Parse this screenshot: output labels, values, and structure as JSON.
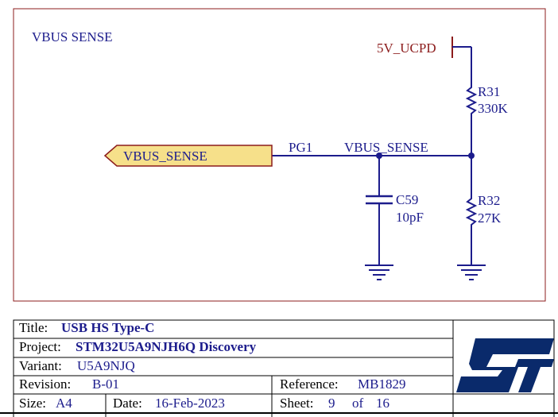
{
  "sheet_title": "VBUS SENSE",
  "power_port": "5V_UCPD",
  "port_label": "VBUS_SENSE",
  "net_labels": {
    "pin": "PG1",
    "net": "VBUS_SENSE"
  },
  "components": {
    "r31": {
      "ref": "R31",
      "value": "330K"
    },
    "r32": {
      "ref": "R32",
      "value": "27K"
    },
    "c59": {
      "ref": "C59",
      "value": "10pF"
    }
  },
  "title_block": {
    "title_key": "Title:",
    "title": "USB HS Type-C",
    "project_key": "Project:",
    "project": "STM32U5A9NJH6Q Discovery",
    "variant_key": "Variant:",
    "variant": "U5A9NJQ",
    "revision_key": "Revision:",
    "revision": "B-01",
    "reference_key": "Reference:",
    "reference": "MB1829",
    "size_key": "Size:",
    "size": "A4",
    "date_key": "Date:",
    "date": "16-Feb-2023",
    "sheet_key": "Sheet:",
    "sheet_no": "9",
    "of_key": "of",
    "sheet_total": "16"
  },
  "colors": {
    "border": "#8c1c1c",
    "wire": "#1c1c8c",
    "port_fill": "#f6e08a",
    "logo": "#0a2a6b"
  }
}
